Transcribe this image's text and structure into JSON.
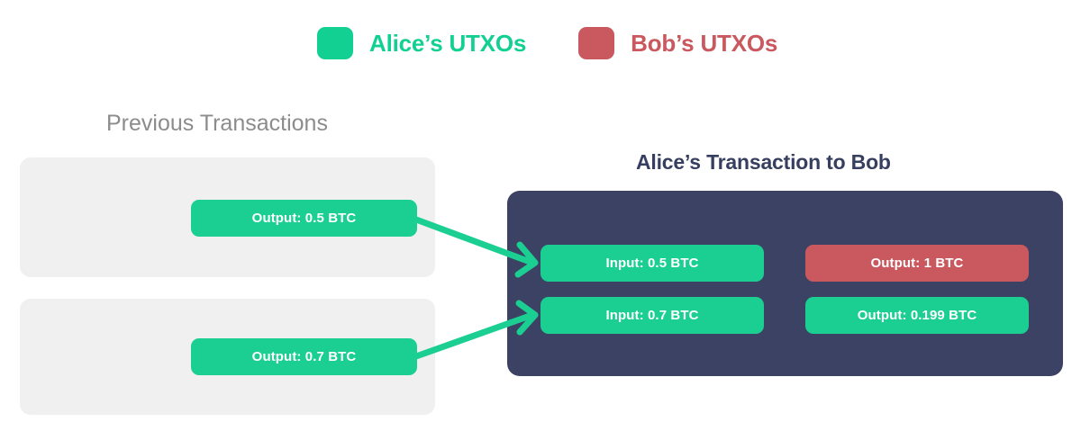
{
  "legend": {
    "items": [
      {
        "label": "Alice’s UTXOs",
        "color": "#11d092",
        "swatch_icon": "rounded-square-icon"
      },
      {
        "label": "Bob’s UTXOs",
        "color": "#c9595e",
        "swatch_icon": "rounded-square-icon"
      }
    ]
  },
  "previous_transactions": {
    "heading": "Previous Transactions",
    "cards": [
      {
        "output_label": "Output: 0.5 BTC",
        "amount": 0.5,
        "owner": "alice",
        "color": "#1bcf92"
      },
      {
        "output_label": "Output: 0.7 BTC",
        "amount": 0.7,
        "owner": "alice",
        "color": "#1bcf92"
      }
    ]
  },
  "transaction": {
    "heading": "Alice’s Transaction to Bob",
    "panel_color": "#3b4263",
    "inputs": [
      {
        "label": "Input: 0.5 BTC",
        "amount": 0.5,
        "owner": "alice",
        "color": "#1bcf92"
      },
      {
        "label": "Input: 0.7 BTC",
        "amount": 0.7,
        "owner": "alice",
        "color": "#1bcf92"
      }
    ],
    "outputs": [
      {
        "label": "Output: 1 BTC",
        "amount": 1,
        "owner": "bob",
        "color": "#c9595e"
      },
      {
        "label": "Output: 0.199 BTC",
        "amount": 0.199,
        "owner": "alice",
        "color": "#1bcf92"
      }
    ]
  },
  "arrows": {
    "color": "#1bcf92",
    "connections": [
      {
        "from": "Output: 0.5 BTC",
        "to": "Input: 0.5 BTC"
      },
      {
        "from": "Output: 0.7 BTC",
        "to": "Input: 0.7 BTC"
      }
    ]
  }
}
